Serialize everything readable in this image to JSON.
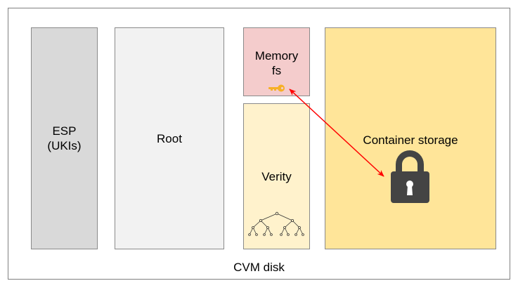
{
  "diagram": {
    "caption": "CVM disk",
    "partitions": {
      "esp": "ESP\n(UKIs)",
      "root": "Root",
      "memory_fs": "Memory\nfs",
      "verity": "Verity",
      "container_storage": "Container storage"
    },
    "icons": {
      "key": "key-icon",
      "lock": "lock-icon",
      "tree": "merkle-tree-icon"
    },
    "colors": {
      "esp": "#d9d9d9",
      "root": "#f2f2f2",
      "memory_fs": "#f4cccc",
      "verity": "#fff2cc",
      "container_storage": "#ffe599",
      "key": "#f6b026",
      "lock": "#444444",
      "arrow": "#ff0000"
    },
    "arrow": {
      "from": "key-icon",
      "to": "lock-icon",
      "bidirectional": true
    }
  }
}
